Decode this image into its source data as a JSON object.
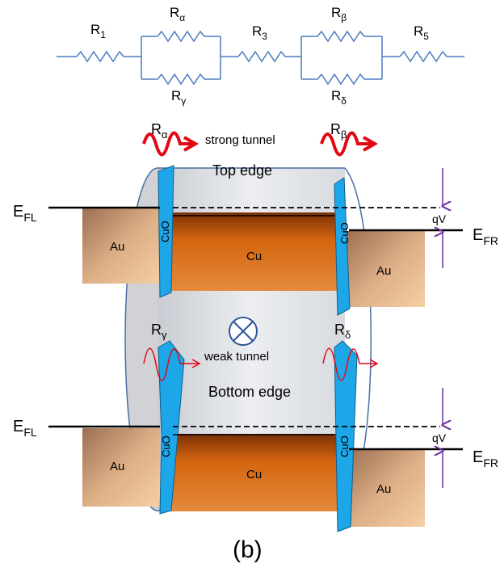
{
  "circuit": {
    "resistors": [
      {
        "main": "R",
        "sub": "1"
      },
      {
        "main": "R",
        "sub": "α"
      },
      {
        "main": "R",
        "sub": "γ"
      },
      {
        "main": "R",
        "sub": "3"
      },
      {
        "main": "R",
        "sub": "β"
      },
      {
        "main": "R",
        "sub": "δ"
      },
      {
        "main": "R",
        "sub": "5"
      }
    ]
  },
  "top_panel": {
    "tunnel_label": "strong tunnel",
    "edge_label": "Top edge",
    "left_resistor": {
      "main": "R",
      "sub": "α"
    },
    "right_resistor": {
      "main": "R",
      "sub": "β"
    },
    "efl": {
      "main": "E",
      "sub": "FL"
    },
    "efr": {
      "main": "E",
      "sub": "FR"
    },
    "bias": "qV",
    "left_electrode": "Au",
    "right_electrode": "Au",
    "center": "Cu",
    "left_oxide": "CuO",
    "right_oxide": "CuO"
  },
  "bottom_panel": {
    "tunnel_label": "weak tunnel",
    "edge_label": "Bottom edge",
    "left_resistor": {
      "main": "R",
      "sub": "γ"
    },
    "right_resistor": {
      "main": "R",
      "sub": "δ"
    },
    "efl": {
      "main": "E",
      "sub": "FL"
    },
    "efr": {
      "main": "E",
      "sub": "FR"
    },
    "bias": "qV",
    "left_electrode": "Au",
    "right_electrode": "Au",
    "center": "Cu",
    "left_oxide": "CuO",
    "right_oxide": "CuO"
  },
  "panel_label": "(b)",
  "colors": {
    "resistor": "#4a7bbf",
    "oxide": "#1ea7e8",
    "copper_dark": "#b5500c",
    "copper_light": "#e37a2c",
    "gold_dark": "#a8795a",
    "gold_light": "#f3c99b",
    "wave_strong": "#e30613",
    "bias_arrow": "#7030a0"
  }
}
